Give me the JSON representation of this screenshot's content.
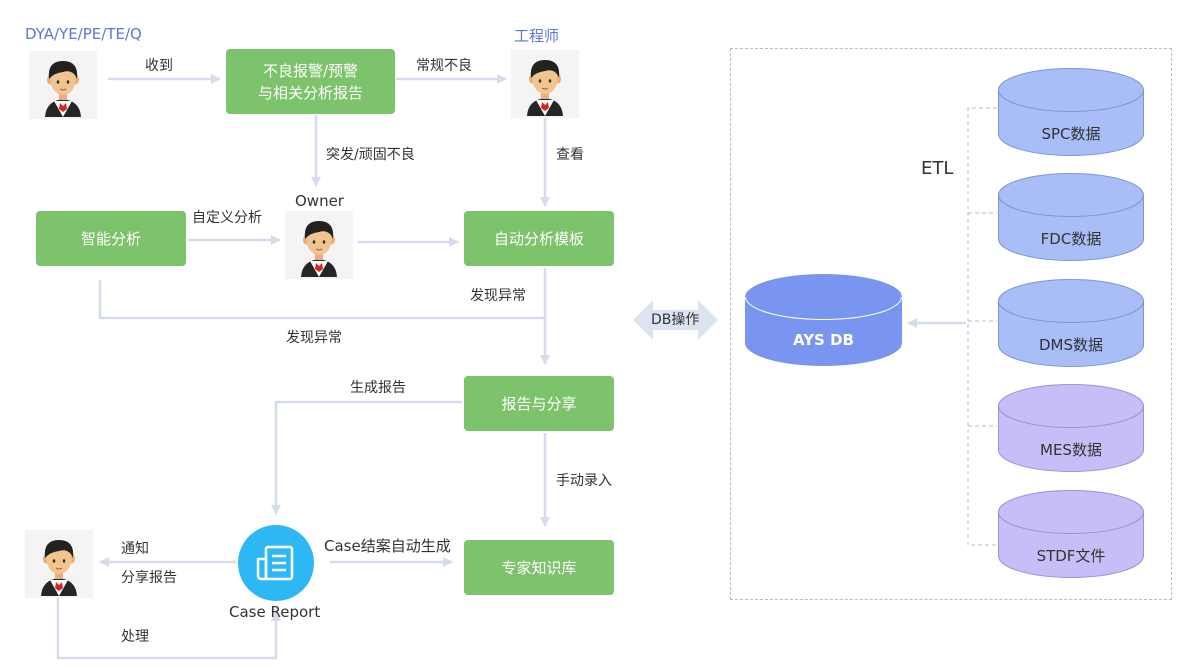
{
  "roles": {
    "top_left": "DYA/YE/PE/TE/Q",
    "engineer": "工程师",
    "owner": "Owner"
  },
  "boxes": {
    "alarm_report": "不良报警/预警\n与相关分析报告",
    "smart_analysis": "智能分析",
    "auto_template": "自动分析模板",
    "report_share": "报告与分享",
    "expert_kb": "专家知识库"
  },
  "edge_labels": {
    "receive": "收到",
    "routine_defect": "常规不良",
    "sudden_defect": "突发/顽固不良",
    "view": "查看",
    "custom_analysis": "自定义分析",
    "anomaly_found_1": "发现异常",
    "anomaly_found_2": "发现异常",
    "generate_report": "生成报告",
    "manual_entry": "手动录入",
    "notify": "通知",
    "share_report": "分享报告",
    "case_auto": "Case结案自动生成",
    "handle": "处理"
  },
  "case_report": {
    "label": "Case Report",
    "icon": "document-icon",
    "color": "#2db7f5"
  },
  "db": {
    "main": "AYS DB",
    "ops_label": "DB操作",
    "etl": "ETL",
    "sources": [
      "SPC数据",
      "FDC数据",
      "DMS数据",
      "MES数据",
      "STDF文件"
    ]
  },
  "colors": {
    "box_green": "#7dc36c",
    "role_blue": "#5a78d8",
    "source_blue": "#a9bdf7",
    "source_purple": "#c9bdf7",
    "db_main": "#7a95f0",
    "connector": "#d4dcee"
  }
}
